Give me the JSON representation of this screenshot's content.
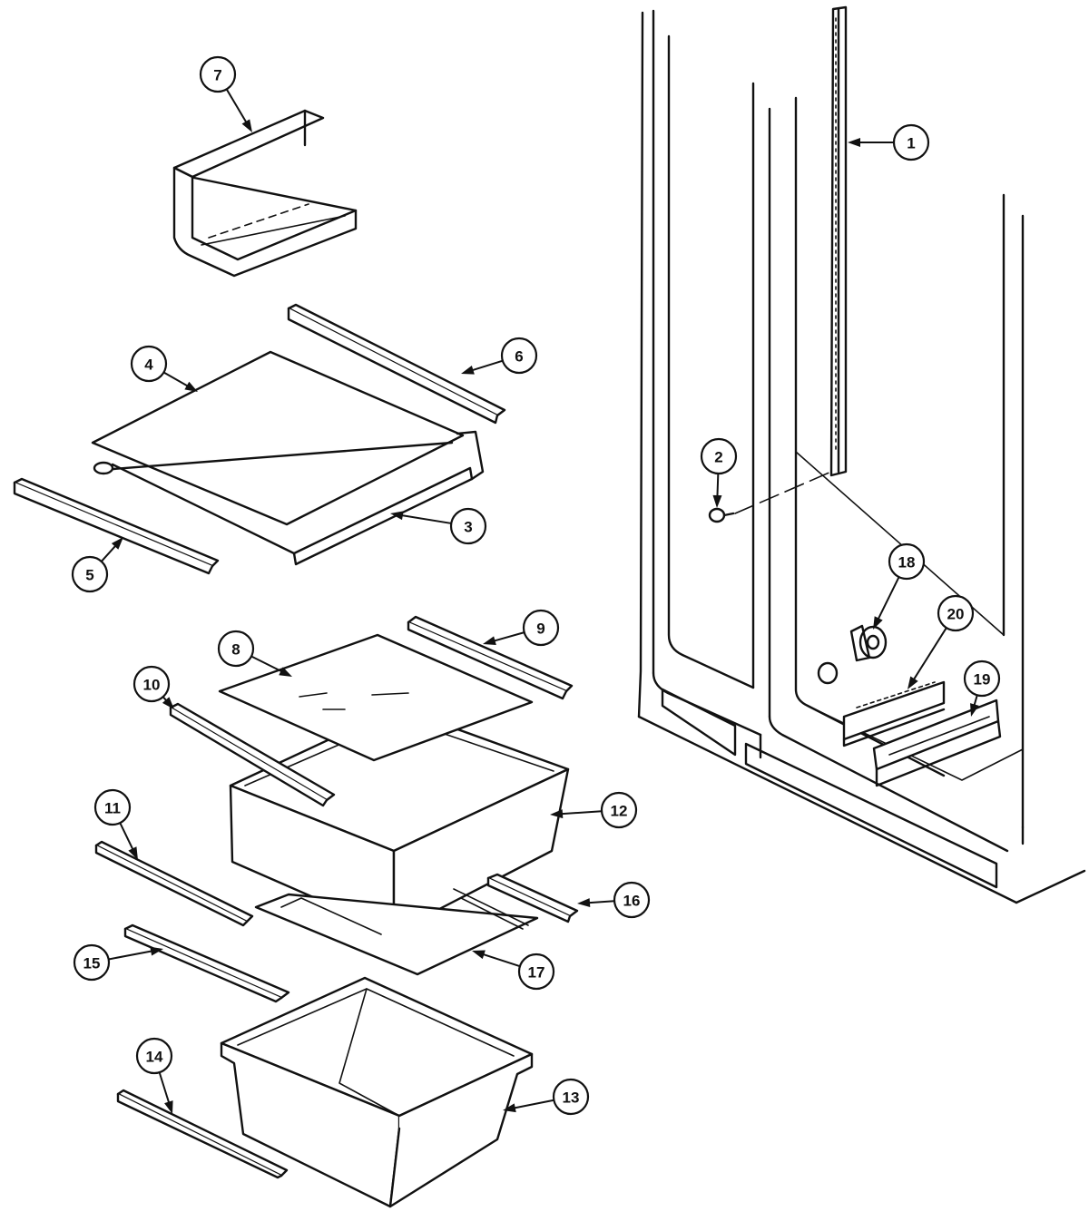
{
  "callouts": [
    {
      "label": "1"
    },
    {
      "label": "2"
    },
    {
      "label": "3"
    },
    {
      "label": "4"
    },
    {
      "label": "5"
    },
    {
      "label": "6"
    },
    {
      "label": "7"
    },
    {
      "label": "8"
    },
    {
      "label": "9"
    },
    {
      "label": "10"
    },
    {
      "label": "11"
    },
    {
      "label": "12"
    },
    {
      "label": "13"
    },
    {
      "label": "14"
    },
    {
      "label": "15"
    },
    {
      "label": "16"
    },
    {
      "label": "17"
    },
    {
      "label": "18"
    },
    {
      "label": "19"
    },
    {
      "label": "20"
    }
  ]
}
